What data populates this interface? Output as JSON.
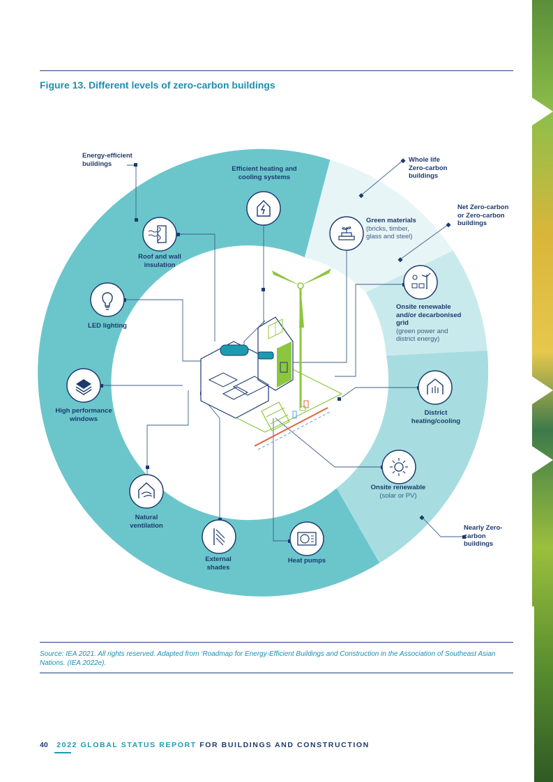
{
  "figure": {
    "title": "Figure 13. Different levels of zero-carbon buildings"
  },
  "levels": {
    "energy_efficient": "Energy-efficient buildings",
    "whole_life": "Whole life Zero-carbon buildings",
    "net_zero": "Net Zero-carbon or Zero-carbon buildings",
    "nearly_zero": "Nearly Zero-carbon buildings"
  },
  "measures": {
    "heating_cooling": "Efficient heating and cooling systems",
    "roof_wall": "Roof and wall insulation",
    "led": "LED lighting",
    "windows": "High performance windows",
    "ventilation": "Natural ventilation",
    "shades": "External shades",
    "heat_pumps": "Heat pumps",
    "green_materials_title": "Green materials",
    "green_materials_sub": "(bricks, timber, glass and steel)",
    "onsite_grid_title": "Onsite renewable and/or decarbonised grid",
    "onsite_grid_sub": "(green power and district energy)",
    "district": "District heating/cooling",
    "onsite_solar_title": "Onsite renewable",
    "onsite_solar_sub": "(solar or PV)"
  },
  "source": "Source: IEA 2021. All rights reserved. Adapted from ‘Roadmap for Energy-Efficient Buildings and Construction in the Association of Southeast Asian Nations. (IEA 2022e).",
  "footer": {
    "page": "40",
    "report_year_title": "2022 GLOBAL STATUS REPORT",
    "report_topic": "FOR BUILDINGS AND CONSTRUCTION"
  },
  "colors": {
    "ring_dark": "#6bc6cc",
    "ring_mid": "#a7dde0",
    "ring_light": "#c9eaec",
    "ring_pale": "#e8f5f6",
    "navy": "#1d3a6e",
    "teal": "#1a9bb0",
    "green": "#8cc63f"
  },
  "icons": [
    "heating-icon",
    "insulation-icon",
    "led-bulb-icon",
    "windows-icon",
    "ventilation-icon",
    "shades-icon",
    "heat-pump-icon",
    "green-materials-icon",
    "onsite-grid-icon",
    "district-heating-icon",
    "solar-icon"
  ]
}
